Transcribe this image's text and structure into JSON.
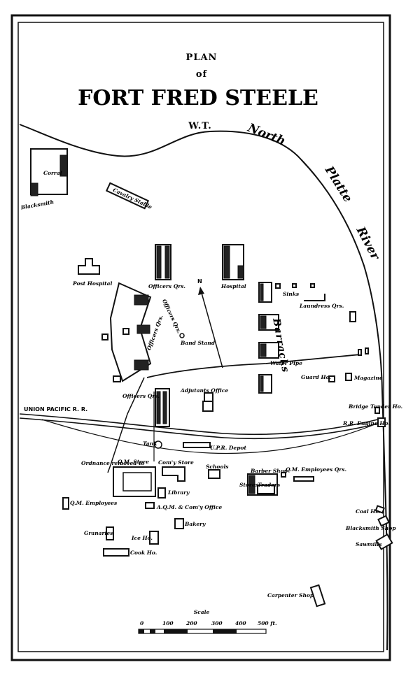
{
  "title": {
    "line1": "PLAN",
    "line2": "of",
    "line3": "FORT FRED STEELE",
    "line4": "W.T."
  },
  "river": {
    "word1": "North",
    "word2": "Platte",
    "word3": "River"
  },
  "railroad": {
    "label": "UNION PACIFIC   R. R."
  },
  "compass": {
    "label": "N"
  },
  "barracks_label": "Barracks",
  "labels": {
    "corral": "Corral",
    "blacksmith": "Blacksmith",
    "cavalry_stable": "Cavalry Stable",
    "post_hospital": "Post Hospital",
    "officers_qrs_top": "Officers Qrs.",
    "hospital": "Hospital",
    "sinks": "Sinks",
    "laundress_qrs": "Laundress Qrs.",
    "officers_qrs_curve": "Officers Qrs.",
    "band_stand": "Band Stand",
    "officers_qrs_vertical": "Officers Qrs.",
    "water_pipe": "Water Pipe",
    "guard_ho": "Guard Ho.",
    "magazine": "Magazine",
    "officers_qrs_lower": "Officers Qrs.",
    "adjutants_office": "Adjutants Office",
    "bridge_tenders_ho": "Bridge Tender Ho.",
    "rr_engine_ho": "R.R. Engine Ho.",
    "tank": "Tank",
    "depot": "U.P.R. Depot",
    "qm_store": "Q.M. Store",
    "comsy_store": "Com'y Store",
    "schools": "Schools",
    "qm_employees_qrs": "Q.M. Employees Qrs.",
    "ordnance_removed": "Ordnance removed to",
    "library": "Library",
    "barber_shop": "Barber Shop",
    "stores": "Stores",
    "traders": "Traders",
    "qm_employees_left": "Q.M. Employees",
    "aqm_comy_office": "A.Q.M. & Com'y Office",
    "bakery": "Bakery",
    "coal_ho": "Coal Ho.",
    "granaries": "Granaries",
    "ice_ho": "Ice Ho.",
    "blacksmith_shop": "Blacksmith Shop",
    "sawmills": "Sawmills",
    "cook_ho": "Cook Ho.",
    "carpenter_shop": "Carpenter Shop"
  },
  "scale": {
    "title": "Scale",
    "ticks": [
      "0",
      "100",
      "200",
      "300",
      "400",
      "500 ft."
    ]
  }
}
